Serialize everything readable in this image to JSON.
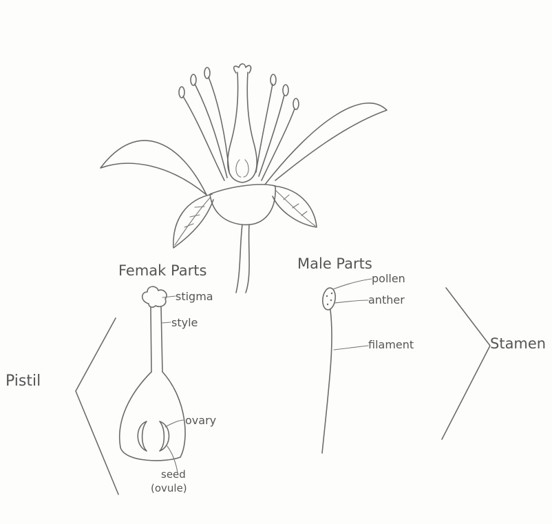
{
  "diagram": {
    "headings": {
      "female": "Femak Parts",
      "male": "Male Parts"
    },
    "groups": {
      "pistil": "Pistil",
      "stamen": "Stamen"
    },
    "labels": {
      "stigma": "stigma",
      "style": "style",
      "ovary": "ovary",
      "seed": "seed",
      "ovule": "(ovule)",
      "pollen": "pollen",
      "anther": "anther",
      "filament": "filament"
    }
  }
}
